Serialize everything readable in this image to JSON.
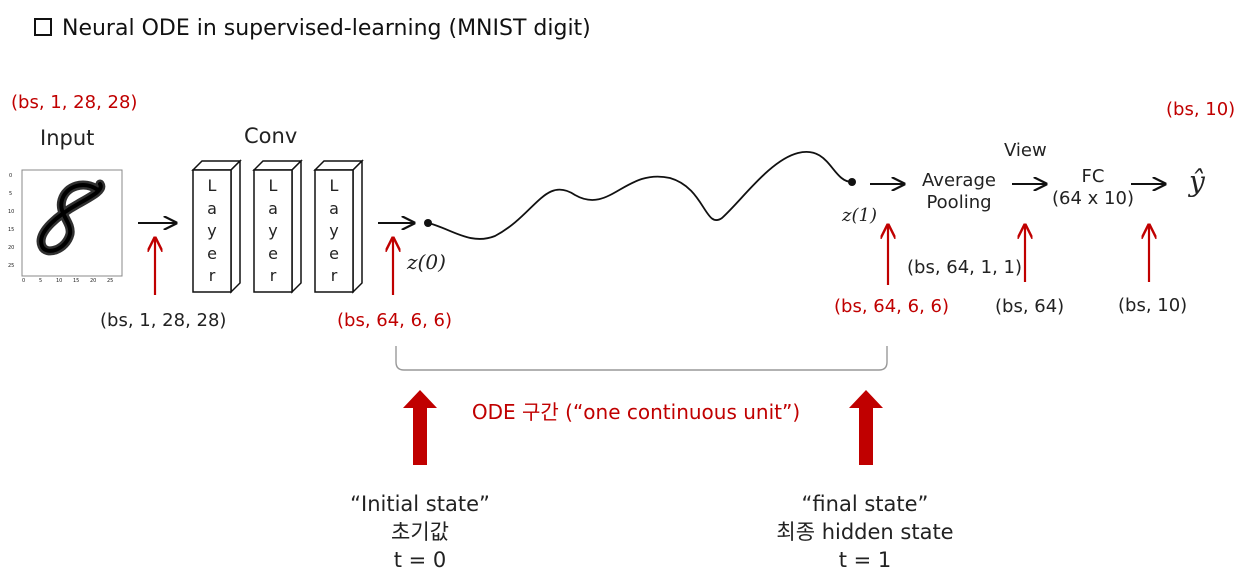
{
  "title": "Neural ODE in supervised-learning (MNIST digit)",
  "input_shape_top": "(bs, 1, 28, 28)",
  "input_label": "Input",
  "conv_label": "Conv",
  "layer_label": [
    "L",
    "a",
    "y",
    "e",
    "r"
  ],
  "input_shape_bottom": "(bs, 1, 28, 28)",
  "conv_out_shape": "(bs, 64, 6, 6)",
  "z0_label": "z(0)",
  "z1_label": "z(1)",
  "ode_out_shape": "(bs, 64, 6, 6)",
  "pool_label_line1": "Average",
  "pool_label_line2": "Pooling",
  "pool_out_shape": "(bs, 64, 1, 1)",
  "view_label": "View",
  "view_out_shape": "(bs, 64)",
  "fc_label": "FC",
  "fc_dims": "(64 x 10)",
  "fc_out_shape": "(bs, 10)",
  "output_shape_top": "(bs, 10)",
  "output_label": "ŷ",
  "ode_section_label": "ODE 구간 (“one continuous unit”)",
  "initial_state": {
    "line1": "“Initial state”",
    "line2": "초기값",
    "line3": "t = 0"
  },
  "final_state": {
    "line1": "“final state”",
    "line2": "최종 hidden state",
    "line3": "t = 1"
  },
  "mnist_axis": {
    "y_ticks": [
      "0",
      "5",
      "10",
      "15",
      "20",
      "25"
    ],
    "x_ticks": [
      "0",
      "5",
      "10",
      "15",
      "20",
      "25"
    ]
  },
  "colors": {
    "accent_red": "#c00000",
    "text": "#222222"
  }
}
